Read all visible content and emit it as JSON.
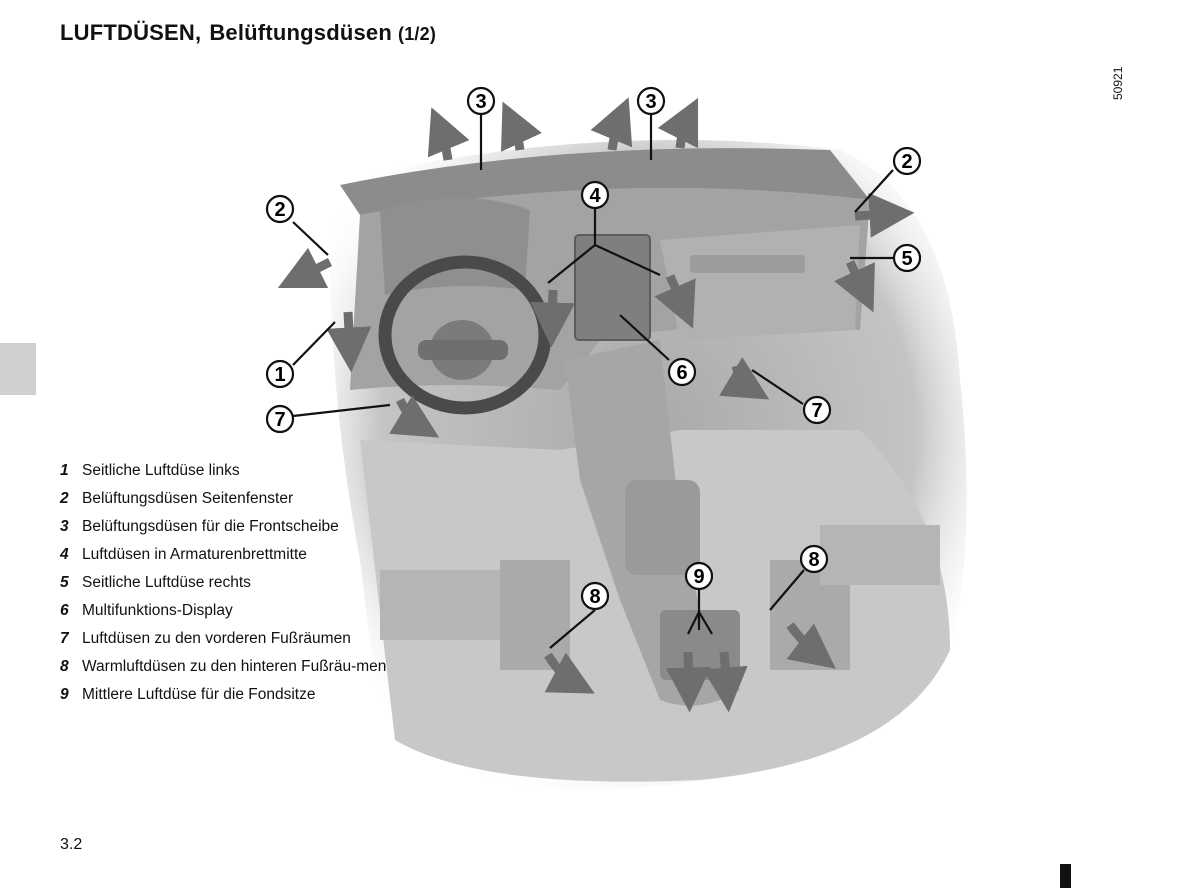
{
  "header": {
    "title_main": "LUFTDÜSEN,",
    "title_sub": "Belüftungsdüsen",
    "title_page": "(1/2)"
  },
  "figure": {
    "reference_code": "50921",
    "callouts": [
      "3",
      "3",
      "2",
      "2",
      "4",
      "5",
      "1",
      "6",
      "7",
      "7",
      "9",
      "8",
      "8"
    ]
  },
  "legend": [
    {
      "num": "1",
      "text": "Seitliche Luftdüse links"
    },
    {
      "num": "2",
      "text": "Belüftungsdüsen Seitenfenster"
    },
    {
      "num": "3",
      "text": "Belüftungsdüsen für die Frontscheibe"
    },
    {
      "num": "4",
      "text": "Luftdüsen in Armaturenbrettmitte"
    },
    {
      "num": "5",
      "text": "Seitliche Luftdüse rechts"
    },
    {
      "num": "6",
      "text": "Multifunktions-Display"
    },
    {
      "num": "7",
      "text": "Luftdüsen zu den vorderen Fußräumen"
    },
    {
      "num": "8",
      "text": "Warmluftdüsen zu den hinteren Fußräu-men"
    },
    {
      "num": "9",
      "text": "Mittlere Luftdüse für die Fondsitze"
    }
  ],
  "footer": {
    "page_number": "3.2"
  },
  "colors": {
    "illustration_fill": "#bdbdbd",
    "illustration_dark": "#7a7a7a",
    "arrow": "#6e6e6e",
    "tab": "#cfcfcf"
  }
}
